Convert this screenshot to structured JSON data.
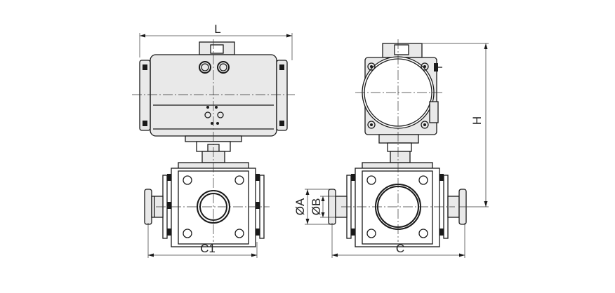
{
  "dimensions": {
    "length": "L",
    "height": "H",
    "width_c1": "C1",
    "width_c": "C",
    "diameter_a": "ØA",
    "diameter_b": "ØB"
  }
}
